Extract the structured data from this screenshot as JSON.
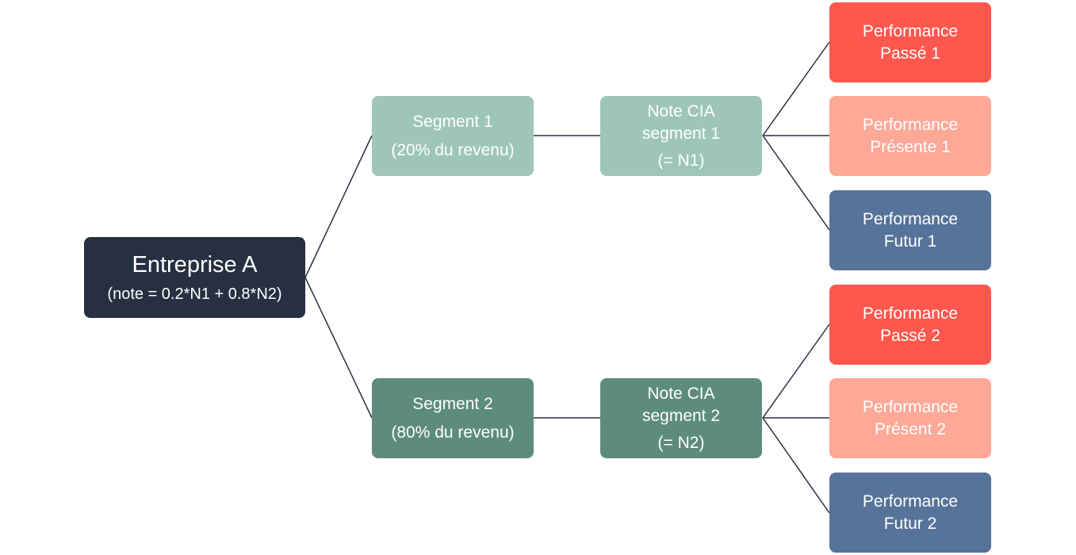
{
  "colors": {
    "root": "#263041",
    "segment_light": "#9ec6b7",
    "segment_dark": "#5d8c7f",
    "passe": "#fe574d",
    "present": "#fea898",
    "futur": "#567399",
    "connector": "#263041"
  },
  "root": {
    "title": "Entreprise A",
    "formula": "(note = 0.2*N1 + 0.8*N2)"
  },
  "branches": [
    {
      "segment": {
        "title": "Segment 1",
        "share": "(20% du revenu)"
      },
      "note": {
        "line1": "Note CIA",
        "line2": "segment 1",
        "line3": "(= N1)"
      },
      "performances": [
        {
          "line1": "Performance",
          "line2": "Passé 1"
        },
        {
          "line1": "Performance",
          "line2": "Présente 1"
        },
        {
          "line1": "Performance",
          "line2": "Futur 1"
        }
      ]
    },
    {
      "segment": {
        "title": "Segment 2",
        "share": "(80% du revenu)"
      },
      "note": {
        "line1": "Note CIA",
        "line2": "segment 2",
        "line3": "(= N2)"
      },
      "performances": [
        {
          "line1": "Performance",
          "line2": "Passé 2"
        },
        {
          "line1": "Performance",
          "line2": "Présent 2"
        },
        {
          "line1": "Performance",
          "line2": "Futur 2"
        }
      ]
    }
  ]
}
